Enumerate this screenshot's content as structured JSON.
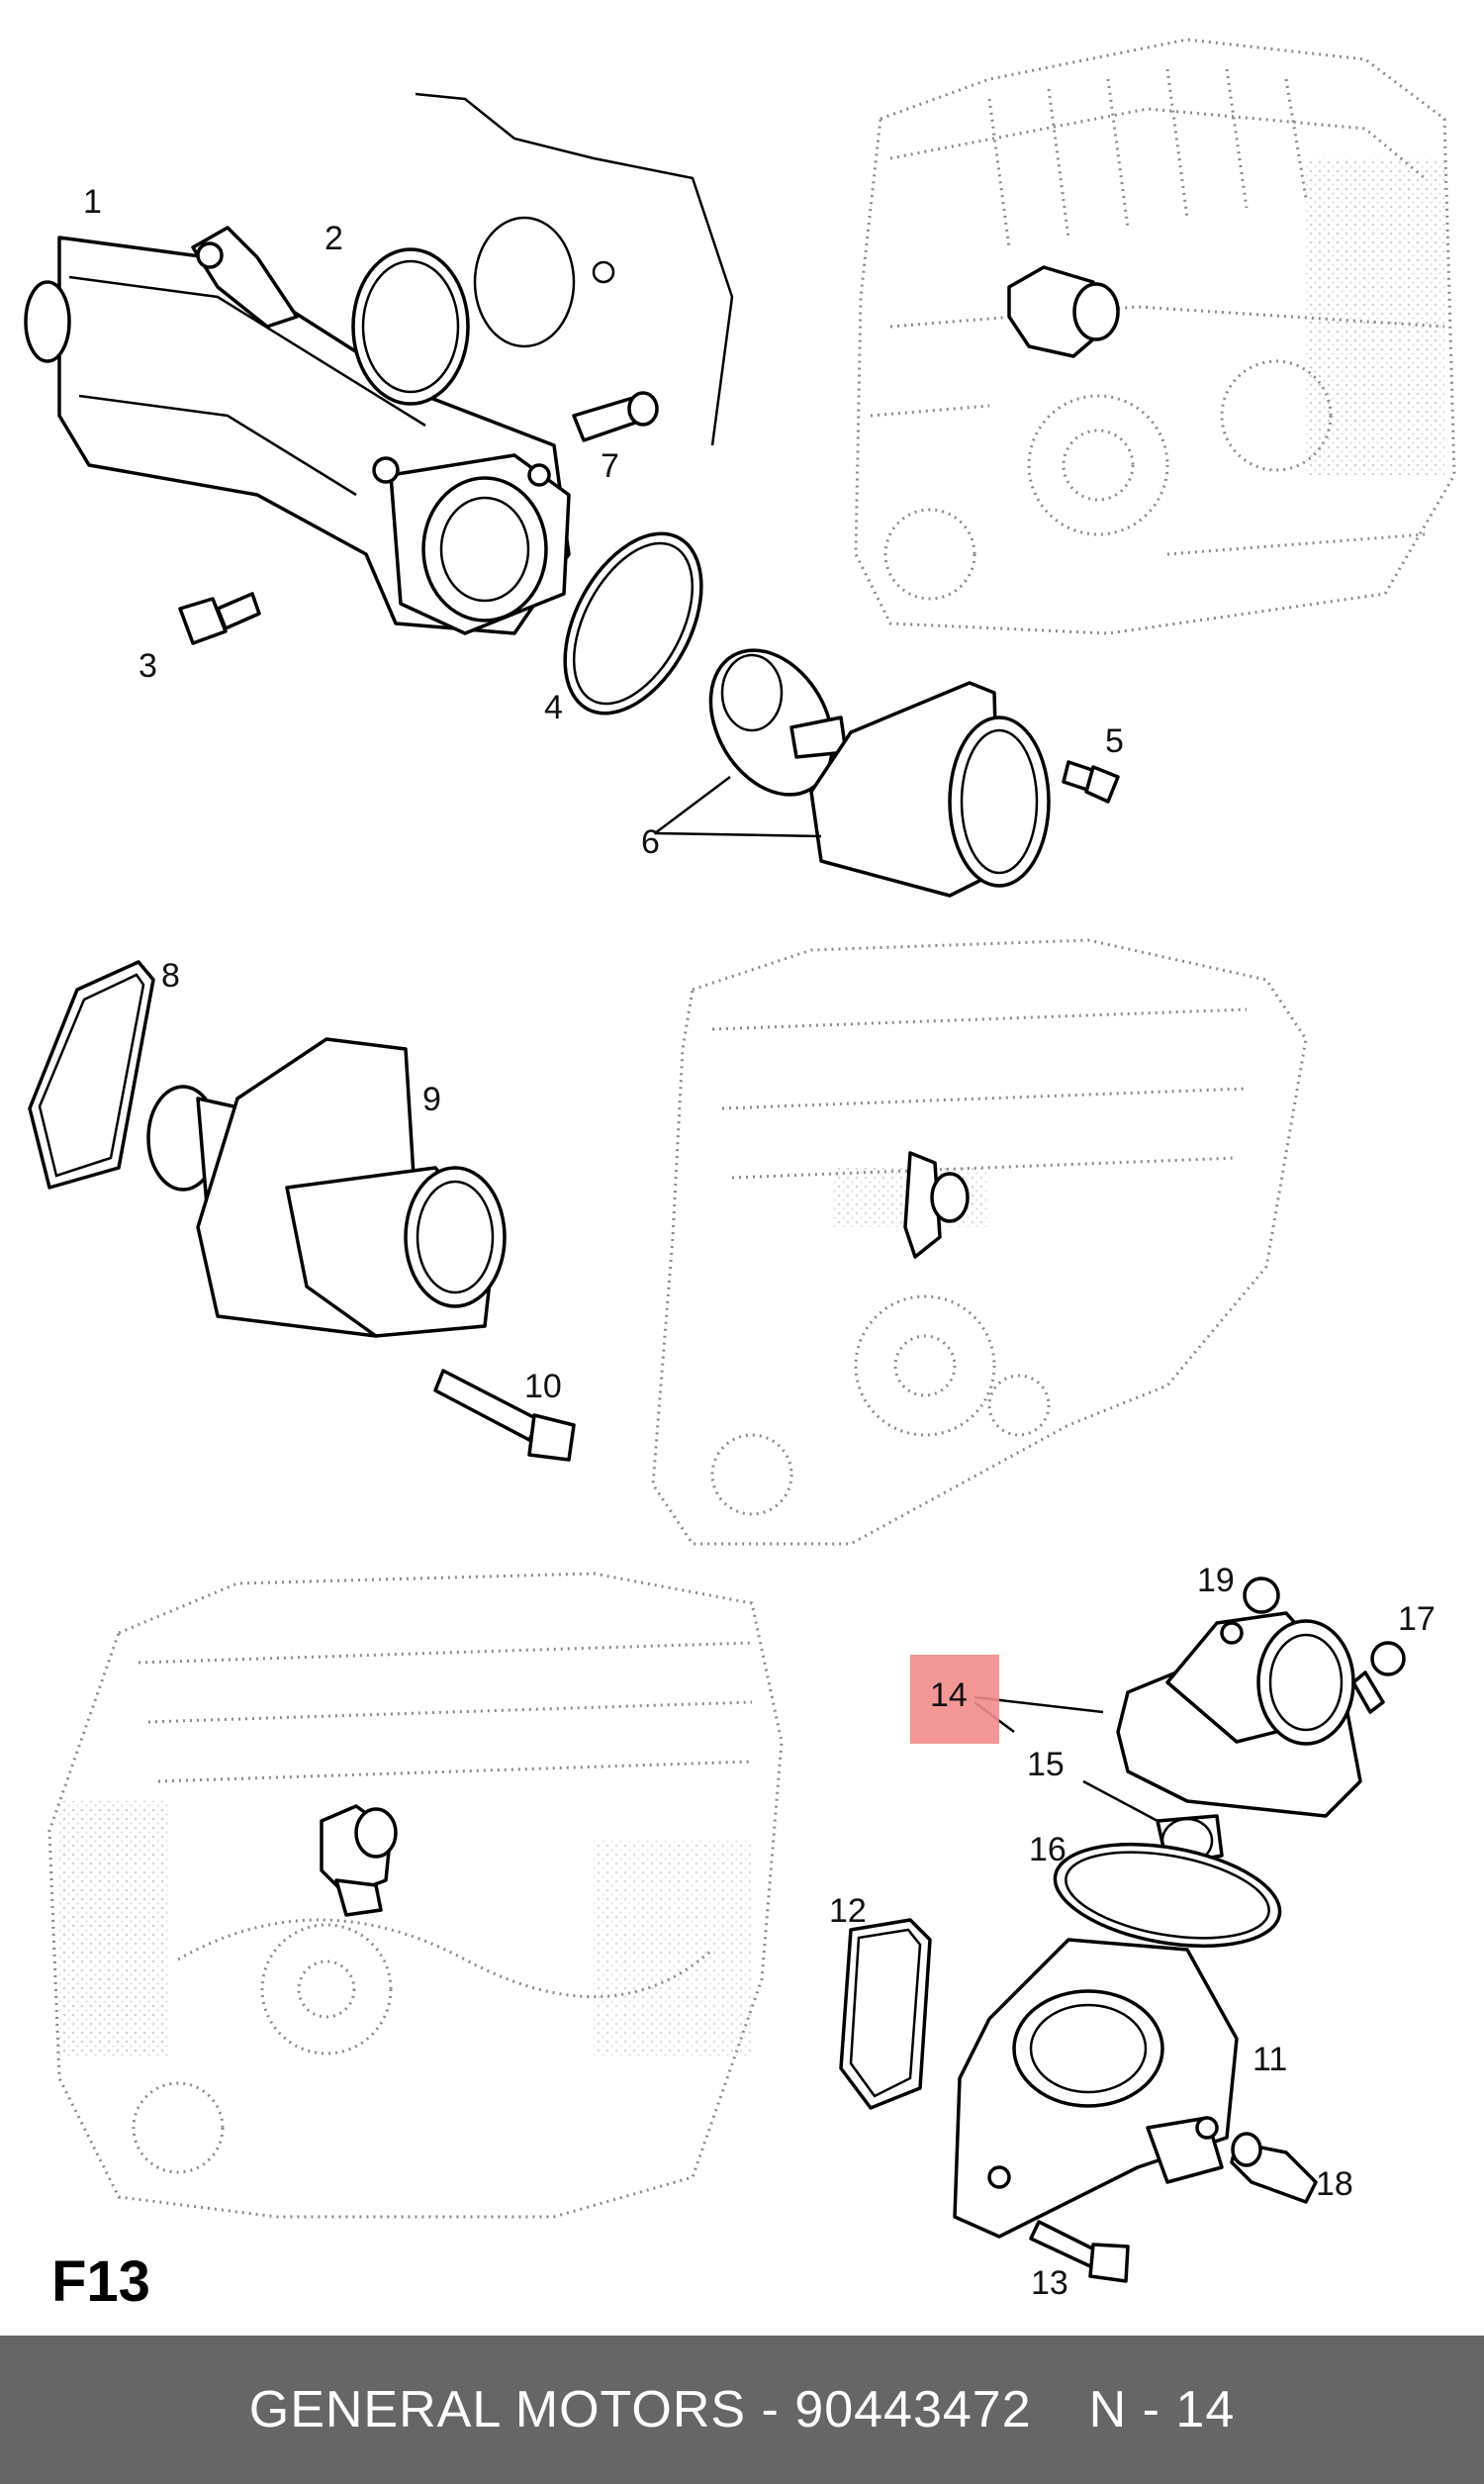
{
  "figure_id": "F13",
  "footer": {
    "brand_part": "GENERAL MOTORS - 90443472",
    "ref": "N - 14"
  },
  "highlight": {
    "label": "14",
    "color": "#f28b8b"
  },
  "callouts": [
    "1",
    "2",
    "3",
    "4",
    "5",
    "6",
    "7",
    "8",
    "9",
    "10",
    "11",
    "12",
    "13",
    "15",
    "16",
    "17",
    "18",
    "19"
  ]
}
